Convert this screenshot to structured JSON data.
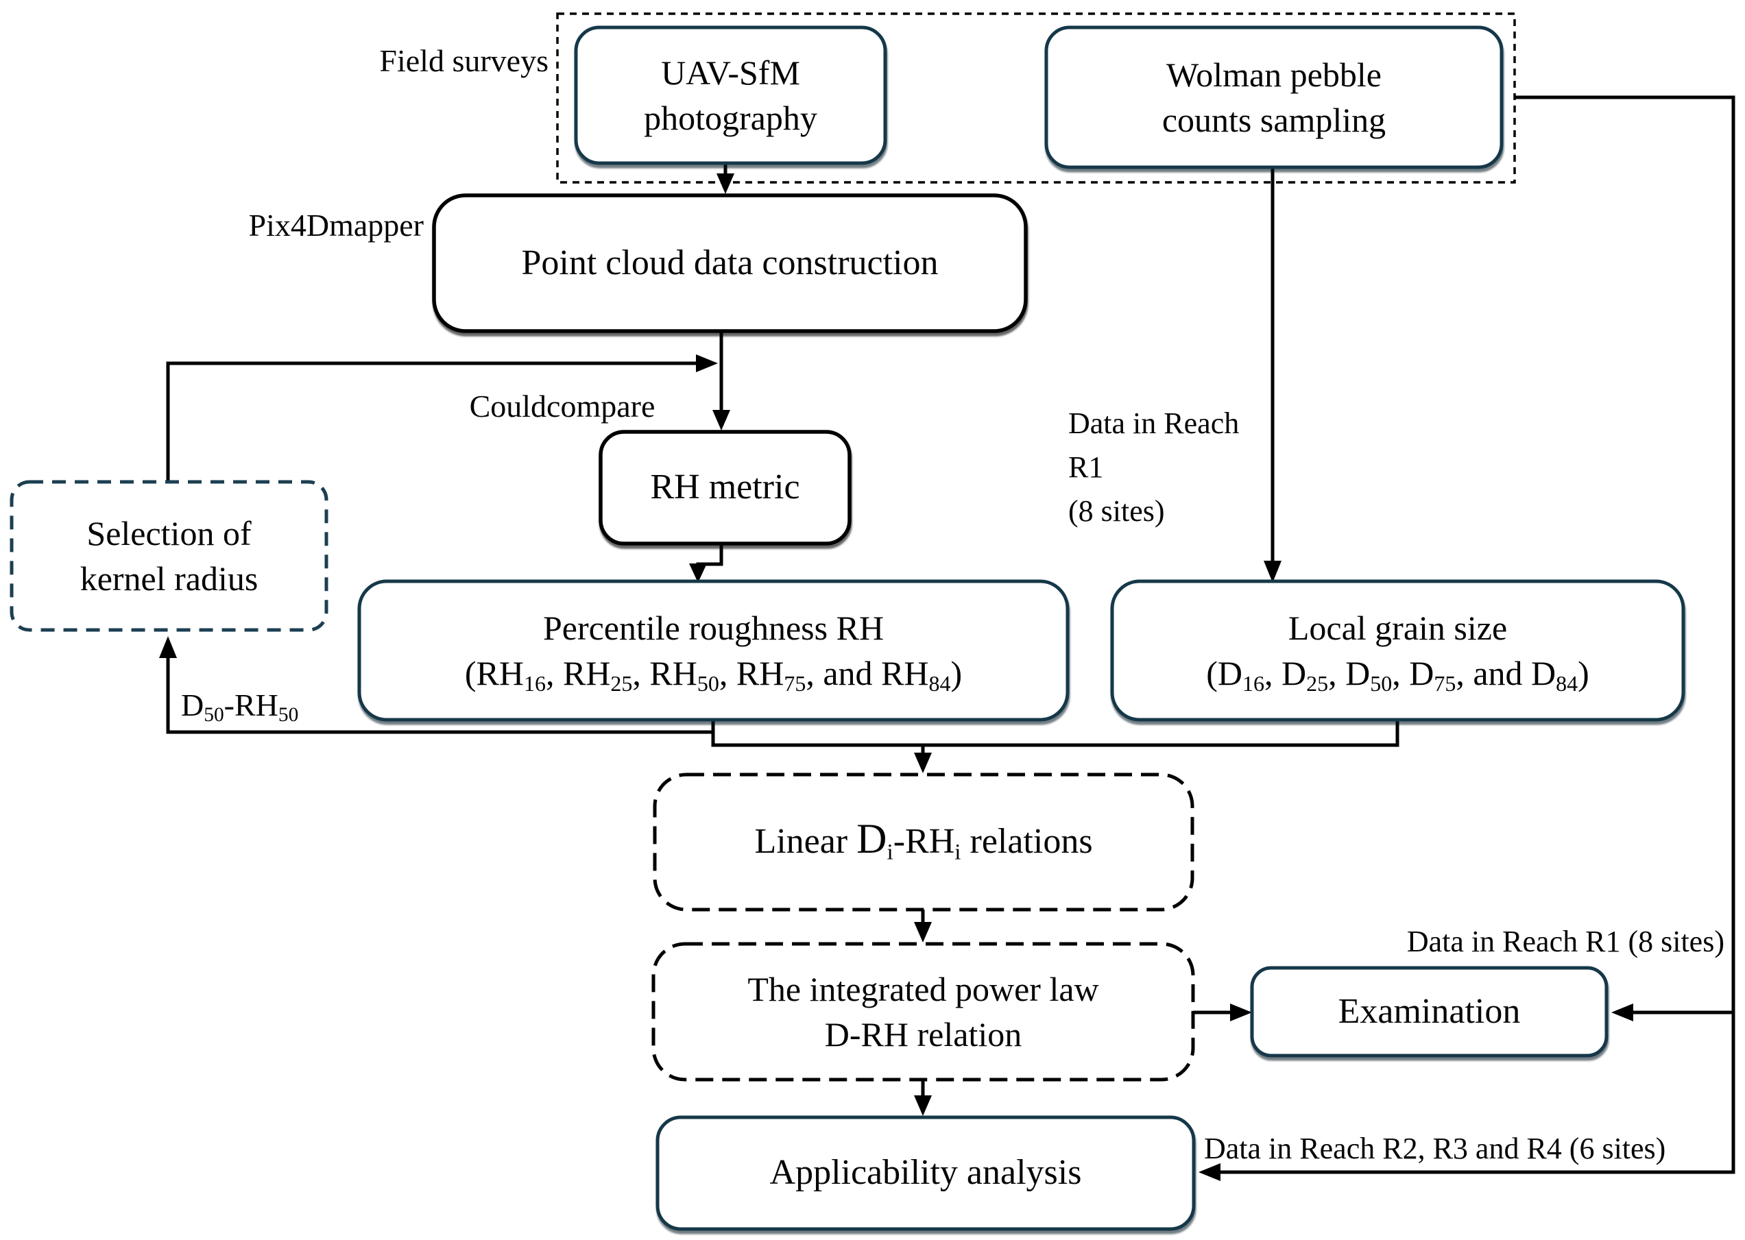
{
  "figure": {
    "type": "flowchart",
    "labels": {
      "field_surveys": "Field surveys",
      "pix4dmapper": "Pix4Dmapper",
      "couldcompare": "Couldcompare",
      "data_reach_r1": {
        "line1": "Data in Reach R1",
        "line2": "(8 sites)"
      },
      "d50_rh50_parts": [
        {
          "t": "D"
        },
        {
          "t": "50",
          "sub": true
        },
        {
          "t": "-RH"
        },
        {
          "t": "50",
          "sub": true
        }
      ],
      "data_reach_r1_sites": "Data in Reach R1 (8 sites)",
      "data_reach_r2_r3_r4": "Data in Reach R2, R3 and R4 (6 sites)"
    },
    "nodes": {
      "uav": {
        "line1": "UAV-SfM",
        "line2": "photography"
      },
      "wolman": {
        "line1": "Wolman pebble",
        "line2": "counts sampling"
      },
      "point_cloud": {
        "text": "Point cloud data construction"
      },
      "rh_metric": {
        "text": "RH metric"
      },
      "selection": {
        "line1": "Selection of",
        "line2": "kernel radius"
      },
      "percentile": {
        "line1": "Percentile roughness RH",
        "line2_parts": [
          {
            "t": "(RH"
          },
          {
            "t": "16",
            "sub": true
          },
          {
            "t": ", RH"
          },
          {
            "t": "25",
            "sub": true
          },
          {
            "t": ", RH"
          },
          {
            "t": "50",
            "sub": true
          },
          {
            "t": ", RH"
          },
          {
            "t": "75",
            "sub": true
          },
          {
            "t": ", and RH"
          },
          {
            "t": "84",
            "sub": true
          },
          {
            "t": ")"
          }
        ]
      },
      "local_grain": {
        "line1": "Local grain size",
        "line2_parts": [
          {
            "t": "(D"
          },
          {
            "t": "16",
            "sub": true
          },
          {
            "t": ", D"
          },
          {
            "t": "25",
            "sub": true
          },
          {
            "t": ", D"
          },
          {
            "t": "50",
            "sub": true
          },
          {
            "t": ", D"
          },
          {
            "t": "75",
            "sub": true
          },
          {
            "t": ", and D"
          },
          {
            "t": "84",
            "sub": true
          },
          {
            "t": ")"
          }
        ]
      },
      "linear": {
        "parts": [
          {
            "t": "Linear "
          },
          {
            "t": "D",
            "big": true
          },
          {
            "t": "i",
            "sub": true
          },
          {
            "t": "-RH"
          },
          {
            "t": "i",
            "sub": true
          },
          {
            "t": " relations"
          }
        ]
      },
      "integrated": {
        "line1": "The integrated power law",
        "line2": "D-RH relation"
      },
      "examination": {
        "text": "Examination"
      },
      "applicability": {
        "text": "Applicability analysis"
      }
    },
    "colors": {
      "solid_box_border": "#16384a",
      "dashed_navy_border": "#1c3f52",
      "black_box_border": "#000000",
      "line": "#000000",
      "text": "#050505",
      "background": "#ffffff"
    }
  }
}
